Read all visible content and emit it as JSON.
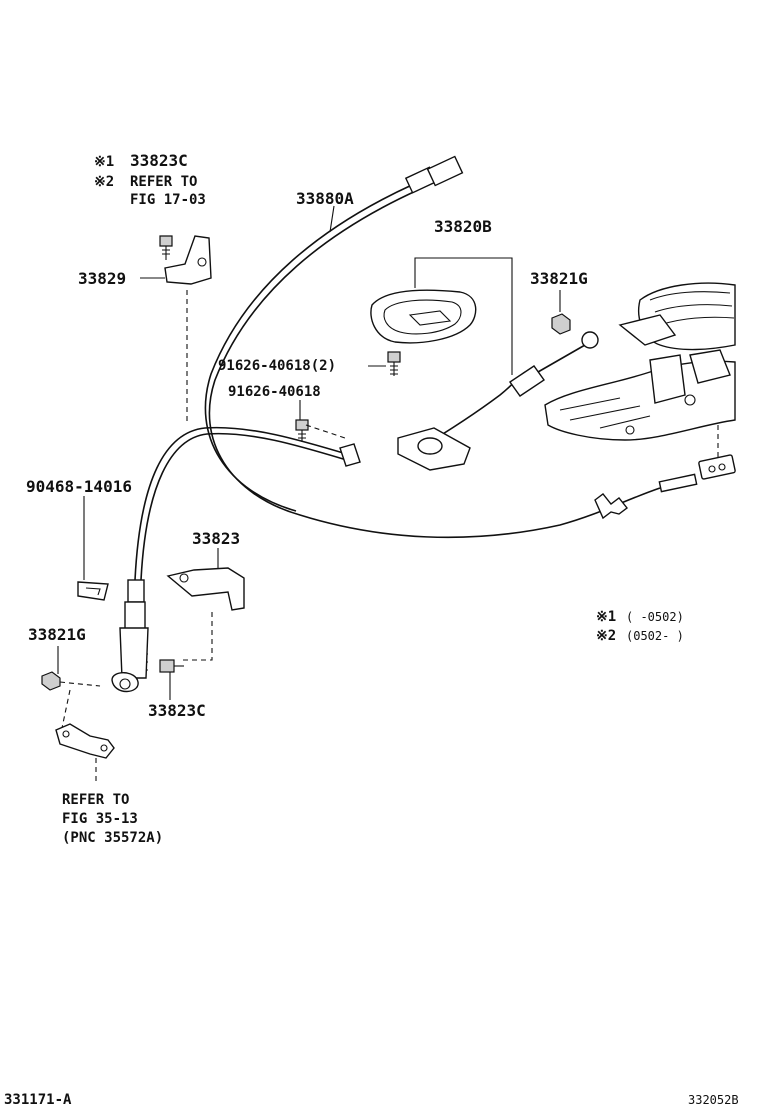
{
  "labels": {
    "note1_code": "33823C",
    "note2_refer": "REFER TO",
    "note2_fig": "FIG 17-03",
    "p33829": "33829",
    "p33880A": "33880A",
    "p33820B": "33820B",
    "p33821G_top": "33821G",
    "p91626_2": "91626-40618(2)",
    "p91626": "91626-40618",
    "p90468": "90468-14016",
    "p33823": "33823",
    "p33821G_left": "33821G",
    "p33823C": "33823C",
    "refer_to": "REFER TO",
    "refer_fig": "FIG 35-13",
    "refer_pnc": "(PNC 35572A)",
    "mark1": "※1",
    "mark2": "※2",
    "legend1_mark": "※1",
    "legend1_range": "(      -0502)",
    "legend2_mark": "※2",
    "legend2_range": "(0502-      )",
    "footer_left": "331171-A",
    "footer_right": "332052B"
  }
}
